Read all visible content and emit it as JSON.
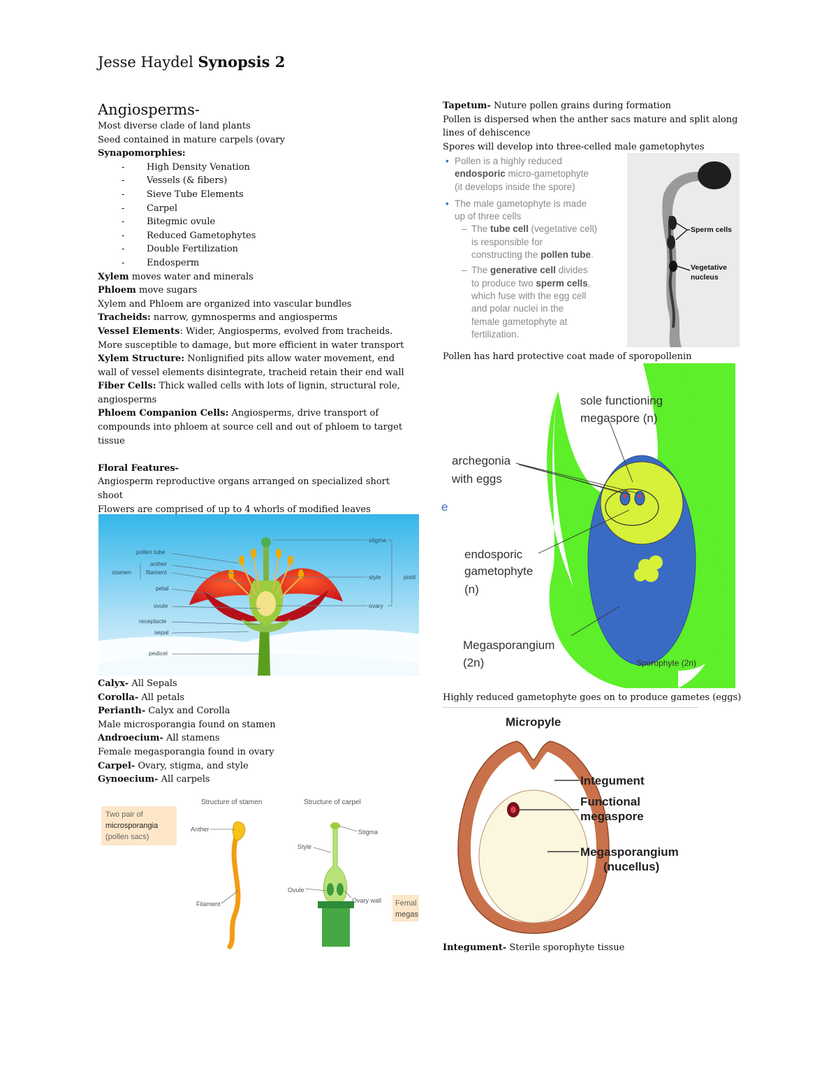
{
  "header": {
    "author": "Jesse Haydel",
    "title": "Synopsis 2"
  },
  "left": {
    "heading": "Angiosperms-",
    "intro": [
      "Most diverse clade of land plants",
      "Seed contained in mature carpels (ovary"
    ],
    "synapo_title": "Synapomorphies:",
    "synapo": [
      "High Density Venation",
      "Vessels (& fibers)",
      "Sieve Tube Elements",
      "Carpel",
      "Bitegmic ovule",
      "Reduced Gametophytes",
      "Double Fertilization",
      "Endosperm"
    ],
    "defs": [
      {
        "term": "Xylem",
        "text": " moves water and minerals"
      },
      {
        "term": "Phloem",
        "text": " move sugars"
      },
      {
        "term": "",
        "text": "Xylem and Phloem are organized into vascular bundles"
      },
      {
        "term": "Tracheids:",
        "text": " narrow, gymnosperms and angiosperms"
      },
      {
        "term": "Vessel Elements",
        "text": ": Wider, Angiosperms, evolved from tracheids."
      },
      {
        "term": "",
        "text": "More susceptible to damage, but more efficient in water transport"
      },
      {
        "term": "Xylem Structure:",
        "text": " Nonlignified pits allow water movement, end"
      },
      {
        "term": "",
        "text": "wall of vessel elements disintegrate, tracheid retain their end wall"
      },
      {
        "term": "Fiber Cells:",
        "text": " Thick walled cells with lots of lignin, structural role,"
      },
      {
        "term": "",
        "text": "angiosperms"
      },
      {
        "term": "Phloem Companion Cells:",
        "text": " Angiosperms, drive transport of"
      },
      {
        "term": "",
        "text": "compounds into phloem at source cell and out of phloem to target"
      },
      {
        "term": "",
        "text": "tissue"
      }
    ],
    "floral_title": "Floral Features-",
    "floral": [
      "Angiosperm reproductive organs arranged on specialized short",
      "shoot",
      "Flowers are comprised of up to 4 whorls of modified leaves"
    ],
    "parts": [
      {
        "term": "Calyx-",
        "text": " All Sepals"
      },
      {
        "term": "Corolla-",
        "text": " All petals"
      },
      {
        "term": "Perianth-",
        "text": " Calyx and Corolla"
      },
      {
        "term": "",
        "text": "Male microsporangia found on stamen"
      },
      {
        "term": "Androecium-",
        "text": " All stamens"
      },
      {
        "term": "",
        "text": "Female megasporangia found in ovary"
      },
      {
        "term": "Carpel-",
        "text": " Ovary, stigma, and style"
      },
      {
        "term": "Gynoecium-",
        "text": " All carpels"
      }
    ]
  },
  "flower_labels": {
    "pollen_tube": "pollen tube",
    "anther": "anther",
    "stamen": "stamen",
    "filament": "filament",
    "petal": "petal",
    "ovule": "ovule",
    "receptacle": "receptacle",
    "sepal": "sepal",
    "pedicel": "pedicel",
    "stigma": "stigma",
    "style": "style",
    "pistil": "pistil",
    "ovary": "ovary"
  },
  "stamen_fig": {
    "title_stamen": "Structure of stamen",
    "title_carpel": "Structure of carpel",
    "box1": "Two pair of",
    "box2": "microsporangia",
    "box3": "(pollen sacs)",
    "anther": "Anther",
    "filament": "Filament",
    "stigma": "Stigma",
    "style": "Style",
    "ovule": "Ovule",
    "ovary_wall": "Ovary wall",
    "fem1": "Femal",
    "fem2": "megas"
  },
  "right": {
    "tapetum_term": "Tapetum-",
    "tapetum_text": " Nuture pollen grains during formation",
    "lines": [
      "Pollen is dispersed when the anther sacs mature and split along",
      "lines of dehiscence",
      "Spores will develop into three-celled male gametophytes"
    ],
    "pollen_bullets": {
      "b1a": "Pollen is a highly reduced",
      "b1b_bold": "endosporic",
      "b1b": " micro-gametophyte",
      "b1c": "(it develops inside the spore)",
      "b2a": "The male gametophyte is made",
      "b2b": "up of three cells",
      "s1a": "The ",
      "s1b": "tube cell",
      "s1c": " (vegetative cell)",
      "s1d": "is responsible for",
      "s1e": "constructing the ",
      "s1f": "pollen tube",
      "s1g": ".",
      "s2a": "The ",
      "s2b": "generative cell",
      "s2c": " divides",
      "s2d": "to produce two ",
      "s2e": "sperm cells",
      "s2f": ",",
      "s2g": "which fuse with the egg cell",
      "s2h": "and polar nuclei in the",
      "s2i": "female gametophyte at",
      "s2j": "fertilization."
    },
    "pollen_photo": {
      "sperm": "Sperm cells",
      "veg1": "Vegetative",
      "veg2": "nucleus"
    },
    "coat": "Pollen has hard protective coat made of sporopollenin",
    "mega": {
      "sole1": "sole functioning",
      "sole2": "megaspore (n)",
      "arch1": "archegonia",
      "arch2": "with eggs",
      "endo1": "endosporic",
      "endo2": "gametophyte",
      "endo3": "(n)",
      "megasp1": "Megasporangium",
      "megasp2": "(2n)",
      "sporophyte": "Sporophyte (2n)",
      "edge": "e"
    },
    "reduced": "Highly reduced gametophyte goes on to produce gametes (eggs)",
    "ovule": {
      "micropyle": "Micropyle",
      "integument": "Integument",
      "func1": "Functional",
      "func2": "megaspore",
      "megasp1": "Megasporangium",
      "megasp2": "(nucellus)"
    },
    "integ_term": "Integument-",
    "integ_text": " Sterile sporophyte tissue"
  }
}
